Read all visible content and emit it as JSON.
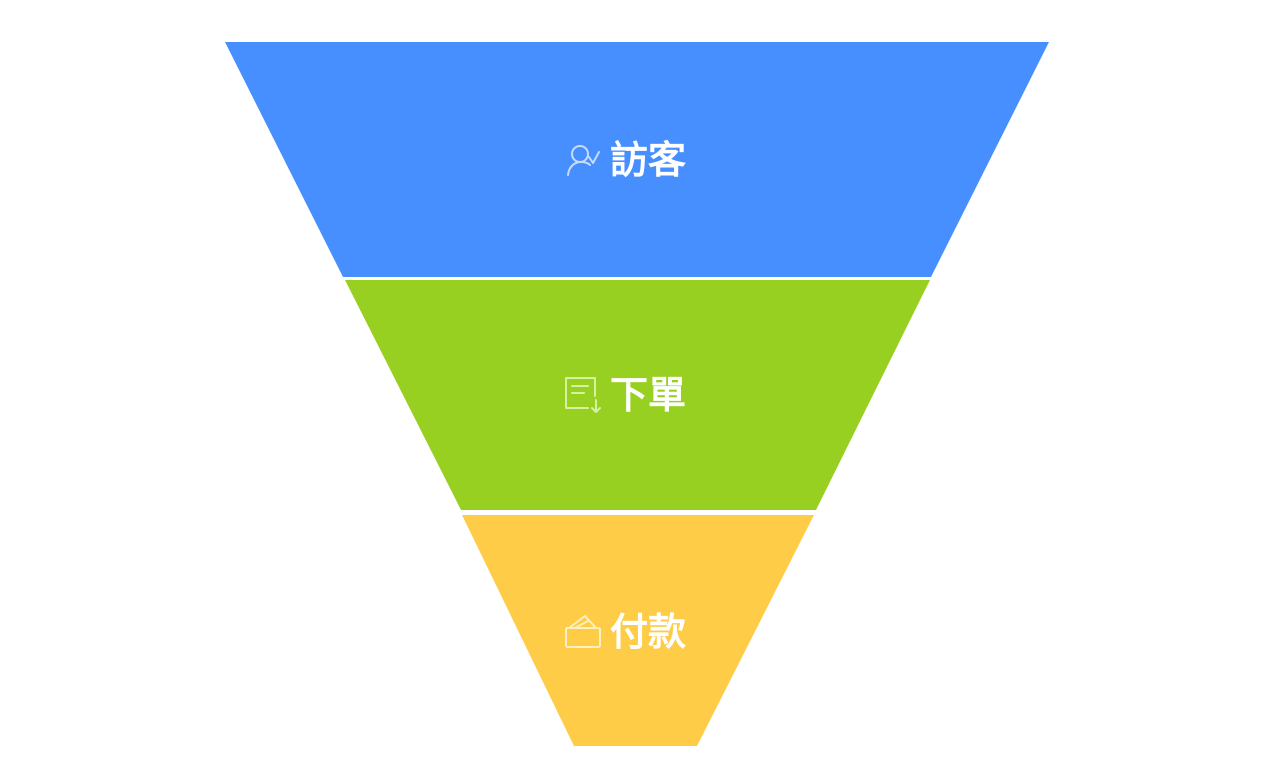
{
  "diagram": {
    "type": "funnel",
    "stages": [
      {
        "id": "visitors",
        "label": "訪客",
        "icon": "user-check-icon",
        "color": "#478ffe",
        "icon_color": "#c7dcff"
      },
      {
        "id": "orders",
        "label": "下單",
        "icon": "document-download-icon",
        "color": "#98d022",
        "icon_color": "#d6f0a4"
      },
      {
        "id": "payment",
        "label": "付款",
        "icon": "wallet-icon",
        "color": "#fecc47",
        "icon_color": "#fff0c2"
      }
    ]
  }
}
